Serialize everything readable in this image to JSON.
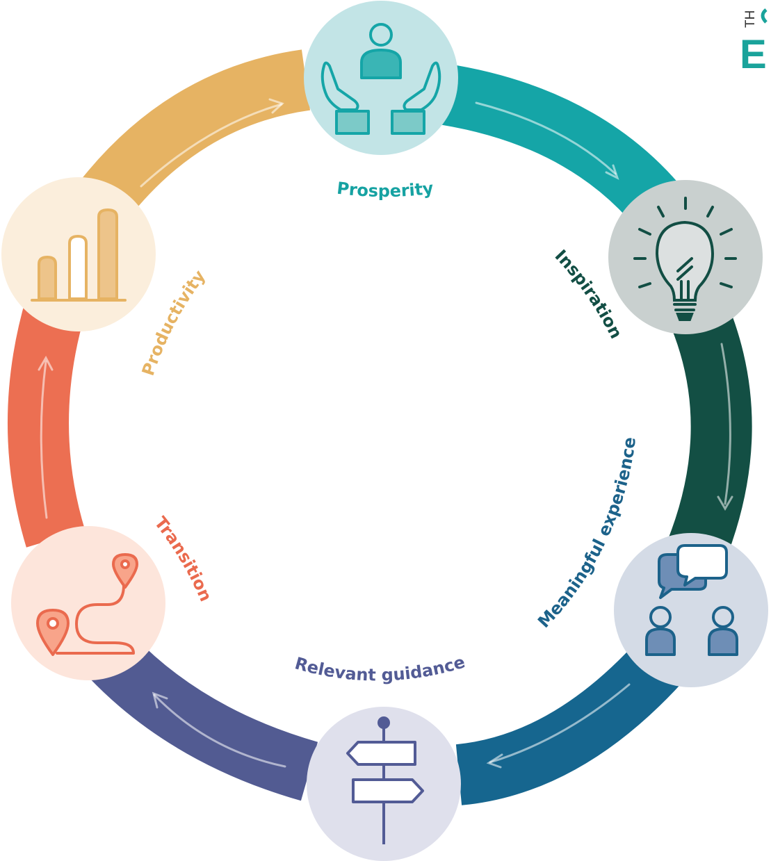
{
  "logo": {
    "prefix": "TH",
    "letter": "E",
    "color": "#1aa39b"
  },
  "stages": [
    {
      "id": "prosperity",
      "label": "Prosperity",
      "color": "#16a2a2",
      "circle_bg": "#c2e4e6",
      "icon": "hands-holding-person-icon"
    },
    {
      "id": "inspiration",
      "label": "Inspiration",
      "color": "#124e44",
      "circle_bg": "#c9d0cf",
      "icon": "lightbulb-icon"
    },
    {
      "id": "meaningful-experience",
      "label": "Meaningful experience",
      "color": "#1c628a",
      "circle_bg": "#d4dbe6",
      "icon": "people-conversation-icon"
    },
    {
      "id": "relevant-guidance",
      "label": "Relevant guidance",
      "color": "#525b95",
      "circle_bg": "#dfe0ec",
      "icon": "signpost-icon"
    },
    {
      "id": "transition",
      "label": "Transition",
      "color": "#ea6a4e",
      "circle_bg": "#fde5db",
      "icon": "route-pins-icon"
    },
    {
      "id": "productivity",
      "label": "Productivity",
      "color": "#e8b464",
      "circle_bg": "#fbeedc",
      "icon": "bar-chart-icon"
    }
  ],
  "ring_colors": {
    "prosperity_to_inspiration": "#15a5a7",
    "inspiration_to_meaningful": "#134f44",
    "meaningful_to_guidance": "#16668f",
    "guidance_to_transition": "#525b92",
    "transition_to_productivity": "#ec6f52",
    "productivity_to_prosperity": "#e6b363"
  }
}
